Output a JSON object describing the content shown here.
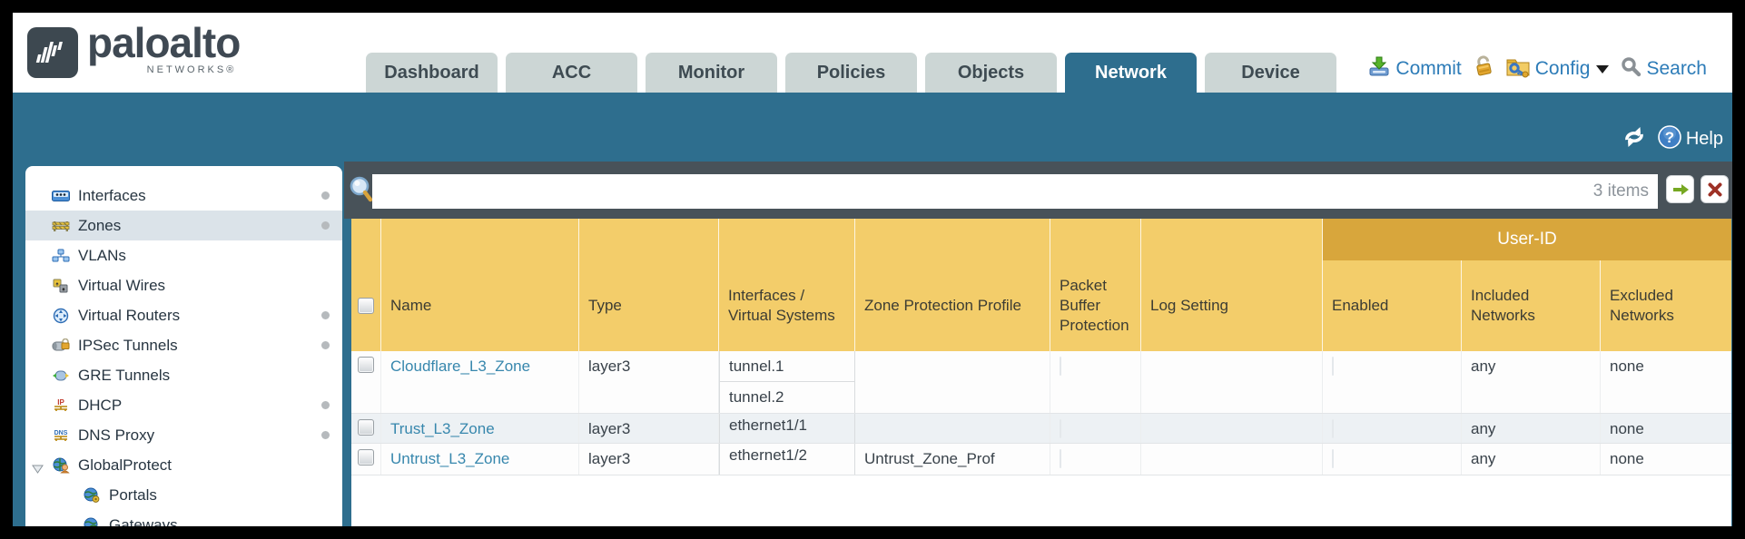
{
  "brand": {
    "name": "paloalto",
    "sub": "NETWORKS®"
  },
  "nav": {
    "tabs": [
      "Dashboard",
      "ACC",
      "Monitor",
      "Policies",
      "Objects",
      "Network",
      "Device"
    ],
    "active_tab": "Network"
  },
  "actions": {
    "commit": "Commit",
    "config": "Config",
    "search": "Search"
  },
  "toolbar": {
    "help": "Help"
  },
  "sidebar": {
    "items": [
      {
        "label": "Interfaces"
      },
      {
        "label": "Zones"
      },
      {
        "label": "VLANs"
      },
      {
        "label": "Virtual Wires"
      },
      {
        "label": "Virtual Routers"
      },
      {
        "label": "IPSec Tunnels"
      },
      {
        "label": "GRE Tunnels"
      },
      {
        "label": "DHCP"
      },
      {
        "label": "DNS Proxy"
      },
      {
        "label": "GlobalProtect"
      },
      {
        "label": "Portals"
      },
      {
        "label": "Gateways"
      }
    ],
    "selected": "Zones"
  },
  "filter": {
    "value": "",
    "count": "3 items"
  },
  "table": {
    "group_header": "User-ID",
    "columns": [
      "Name",
      "Type",
      "Interfaces / Virtual Systems",
      "Zone Protection Profile",
      "Packet Buffer Protection",
      "Log Setting",
      "Enabled",
      "Included Networks",
      "Excluded Networks"
    ],
    "rows": [
      {
        "name": "Cloudflare_L3_Zone",
        "type": "layer3",
        "interfaces": [
          "tunnel.1",
          "tunnel.2"
        ],
        "zone_protection_profile": "",
        "log_setting": "",
        "included_networks": "any",
        "excluded_networks": "none"
      },
      {
        "name": "Trust_L3_Zone",
        "type": "layer3",
        "interfaces": [
          "ethernet1/1"
        ],
        "zone_protection_profile": "",
        "log_setting": "",
        "included_networks": "any",
        "excluded_networks": "none"
      },
      {
        "name": "Untrust_L3_Zone",
        "type": "layer3",
        "interfaces": [
          "ethernet1/2"
        ],
        "zone_protection_profile": "Untrust_Zone_Prof",
        "log_setting": "",
        "included_networks": "any",
        "excluded_networks": "none"
      }
    ]
  },
  "colors": {
    "teal": "#2e6e8e",
    "header_gold": "#f3cd6a",
    "user_id_gold": "#d8a63c",
    "link_blue": "#3787ad",
    "action_blue": "#2d7cb8",
    "filter_strip": "#485259"
  }
}
